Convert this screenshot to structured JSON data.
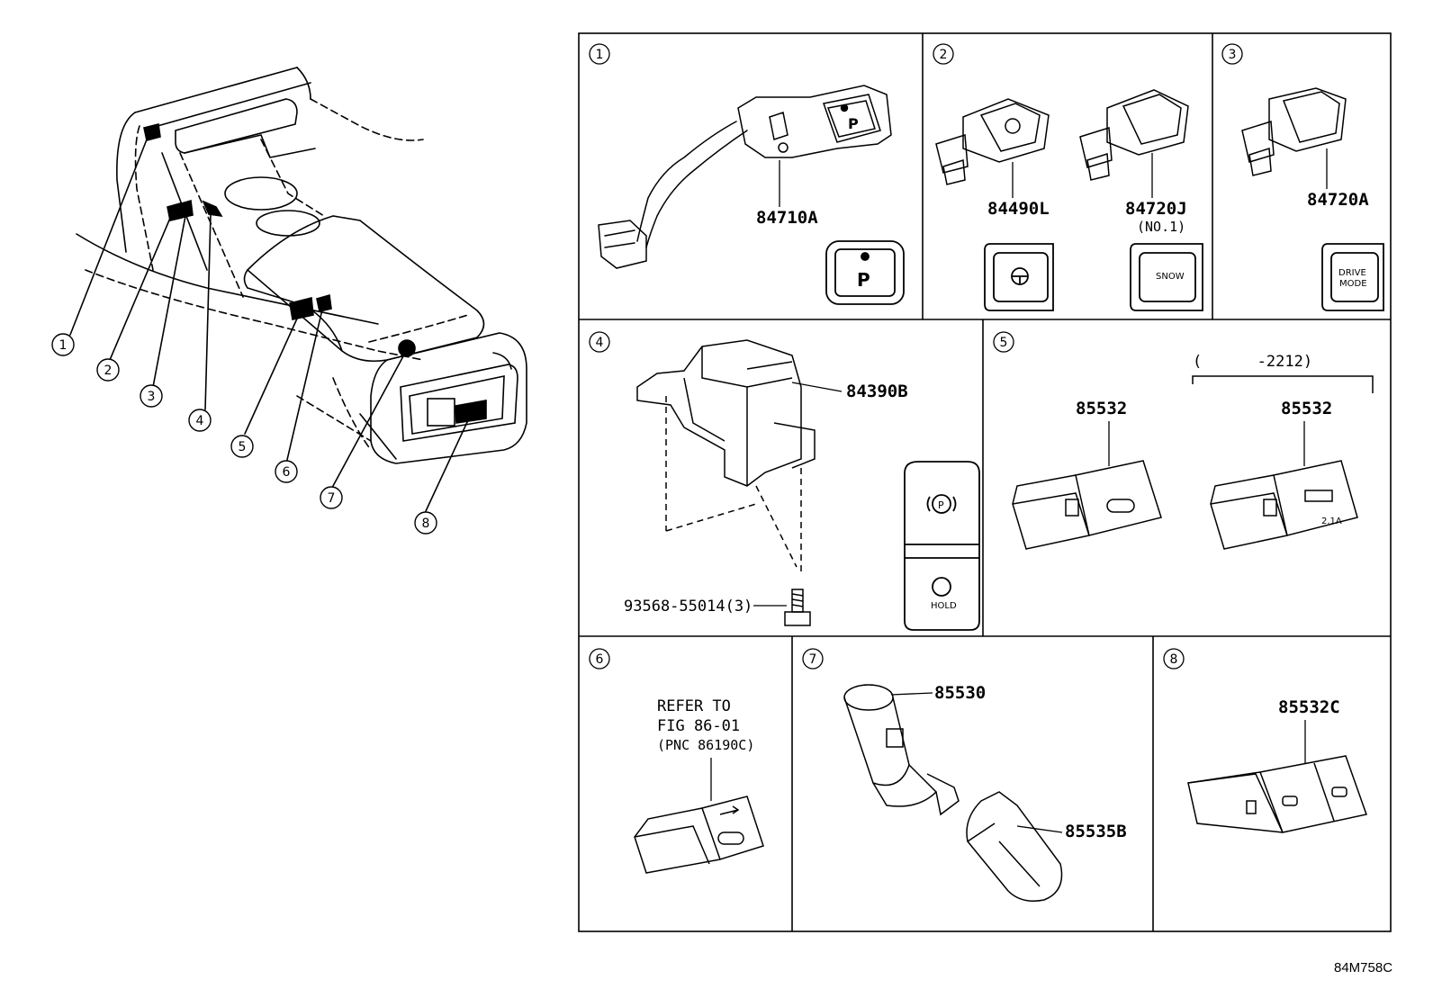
{
  "callouts": [
    "1",
    "2",
    "3",
    "4",
    "5",
    "6",
    "7",
    "8"
  ],
  "panels": {
    "p1": {
      "num": "1",
      "part": "84710A",
      "btn": "P"
    },
    "p2": {
      "num": "2",
      "part_a": "84490L",
      "part_b": "84720J",
      "part_b_note": "(NO.1)",
      "btn_b": "SNOW"
    },
    "p3": {
      "num": "3",
      "part": "84720A",
      "btn_l1": "DRIVE",
      "btn_l2": "MODE"
    },
    "p4": {
      "num": "4",
      "part": "84390B",
      "bolt": "93568-55014(3)",
      "hold": "HOLD"
    },
    "p5": {
      "num": "5",
      "range": "(      -2212)",
      "part_a": "85532",
      "part_b": "85532",
      "amp": "2.1A"
    },
    "p6": {
      "num": "6",
      "ref1": "REFER TO",
      "ref2": "FIG 86-01",
      "ref3": "(PNC 86190C)"
    },
    "p7": {
      "num": "7",
      "part_a": "85530",
      "part_b": "85535B"
    },
    "p8": {
      "num": "8",
      "part": "85532C"
    }
  },
  "figure_code": "84M758C"
}
